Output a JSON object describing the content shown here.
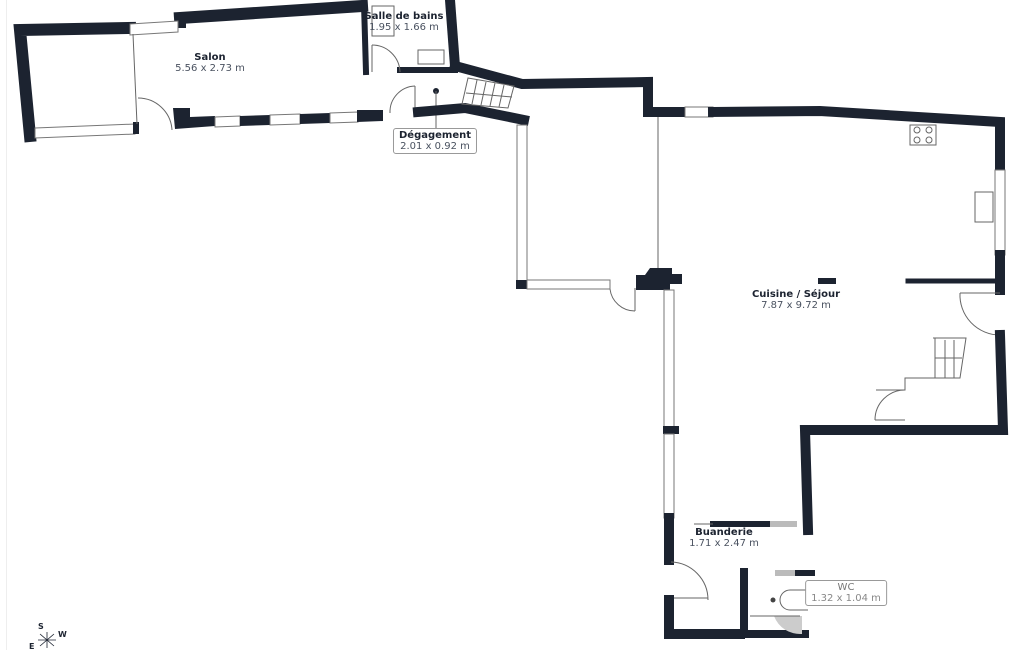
{
  "colors": {
    "wall": "#1c2330",
    "label": "#1c2330",
    "dimension": "#4a5260"
  },
  "rooms": [
    {
      "name": "Salon",
      "dimensions": "5.56 x 2.73 m"
    },
    {
      "name": "Salle de bains",
      "dimensions": "1.95 x 1.66 m"
    },
    {
      "name": "Dégagement",
      "dimensions": "2.01 x 0.92 m"
    },
    {
      "name": "Cuisine / Séjour",
      "dimensions": "7.87 x 9.72 m"
    },
    {
      "name": "Buanderie",
      "dimensions": "1.71 x 2.47 m"
    },
    {
      "name": "WC",
      "dimensions": "1.32 x 1.04 m"
    }
  ],
  "compass": {
    "s": "S",
    "w": "W",
    "e": "E"
  }
}
